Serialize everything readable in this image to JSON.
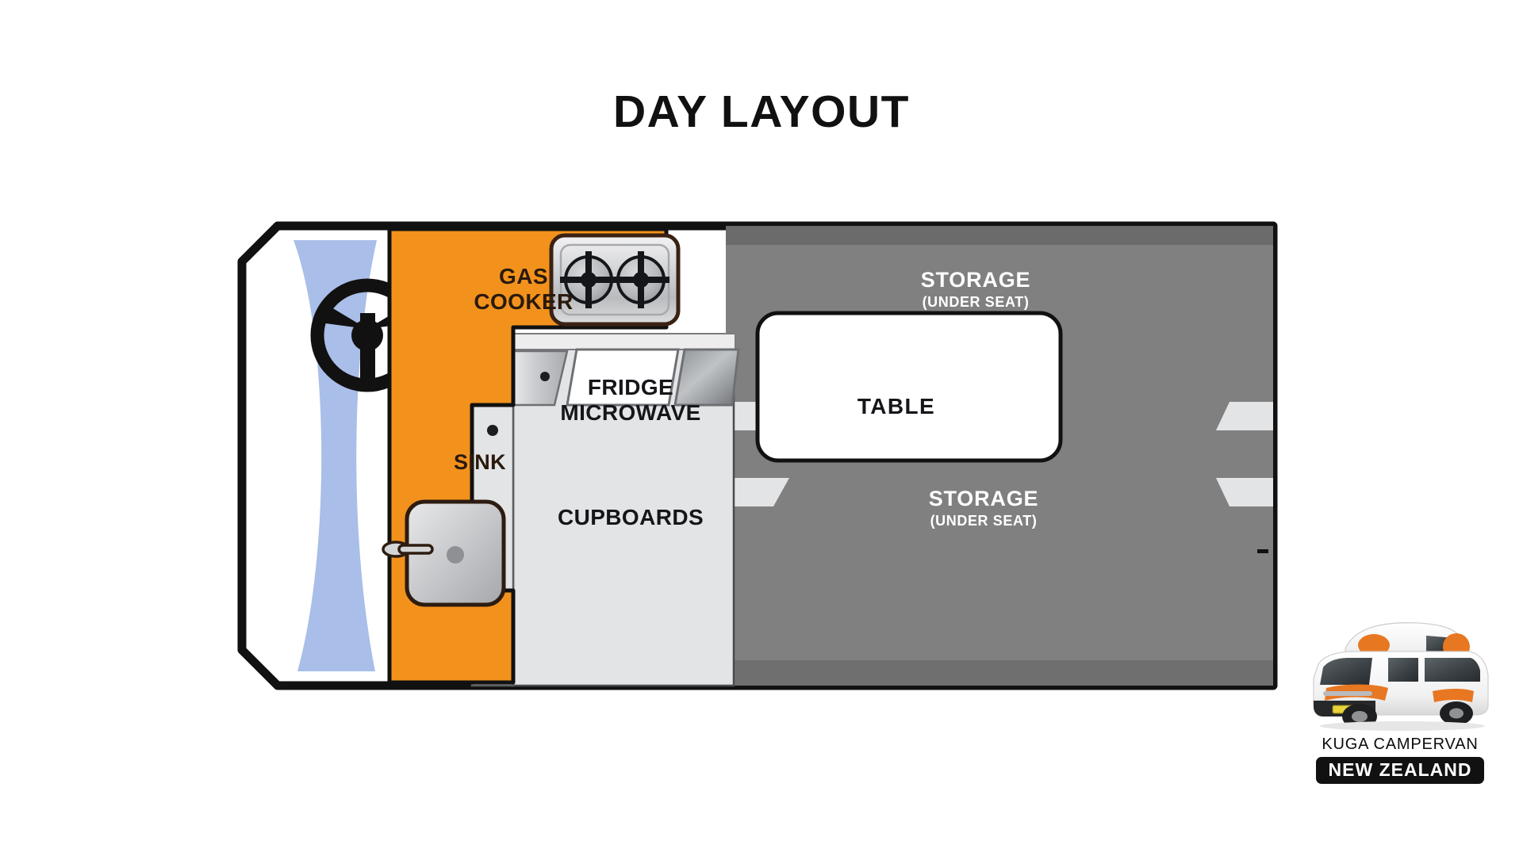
{
  "page": {
    "title": "DAY LAYOUT",
    "background_color": "#ffffff"
  },
  "colors": {
    "orange_panel": "#F2921D",
    "gray_seating": "#808080",
    "gray_seating_dark": "#5e5e5e",
    "light_gray_cabinet": "#E3E4E6",
    "metal_light": "#D8D9DB",
    "metal_dark": "#9A9C9F",
    "windshield_blue": "#A9BEE8",
    "outline_black": "#111111",
    "label_dark_brown": "#2a1a0d",
    "table_white": "#ffffff"
  },
  "floorplan": {
    "name": "campervan-day-layout",
    "zones": {
      "driver_cab": {
        "name": "driver-cab",
        "windshield_color": "#A9BEE8",
        "steering_wheel": "steering-wheel-icon"
      },
      "kitchen_unit": {
        "name": "kitchen-unit",
        "panel_color": "#F2921D",
        "labels": {
          "gas_cooker": "GAS\nCOOKER",
          "sink": "SINK"
        },
        "appliances": {
          "cooktop": "gas-cooktop-icon",
          "burner_count": 2,
          "sink_basin": "sink-basin-icon",
          "tap": "tap-icon"
        }
      },
      "cabinet_unit": {
        "name": "cabinet-unit",
        "panel_color": "#E3E4E6",
        "labels": {
          "fridge_microwave": "FRIDGE\nMICROWAVE",
          "cupboards": "CUPBOARDS"
        }
      },
      "seating_unit": {
        "name": "seating-unit",
        "panel_color": "#808080",
        "storage_top": {
          "main": "STORAGE",
          "sub": "(UNDER SEAT)"
        },
        "storage_bottom": {
          "main": "STORAGE",
          "sub": "(UNDER SEAT)"
        }
      },
      "table": {
        "name": "dining-table",
        "label": "TABLE",
        "fill": "#ffffff"
      }
    }
  },
  "brand": {
    "vehicle_image": "campervan-photo",
    "name": "KUGA CAMPERVAN",
    "country": "NEW ZEALAND"
  }
}
